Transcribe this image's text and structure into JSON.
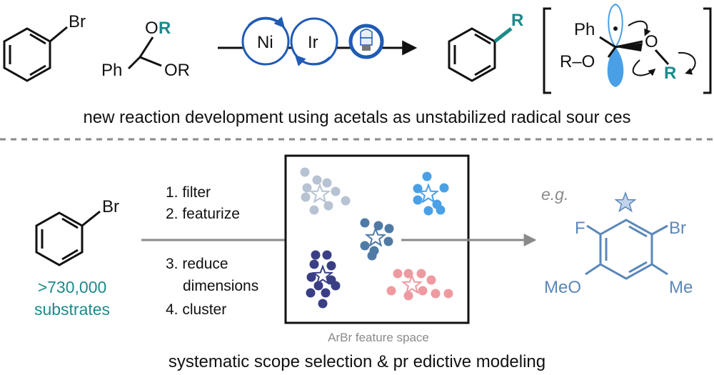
{
  "top": {
    "bromide_label": "Br",
    "acetal_or_top_O": "O",
    "acetal_or_top_R": "R",
    "acetal_ph": "Ph",
    "acetal_or_right": "OR",
    "catalyst_ni": "Ni",
    "catalyst_ir": "Ir",
    "product_r": "R",
    "radical_ph": "Ph",
    "radical_ro": "R–O",
    "radical_o": "O",
    "radical_r": "R",
    "caption": "new reaction development using acetals as unstabilized radical sour ces"
  },
  "bottom": {
    "bromide_label": "Br",
    "count": ">730,000",
    "count_label": "substrates",
    "steps": [
      "1. filter",
      "2. featurize",
      "3. reduce",
      "dimensions",
      "4. cluster"
    ],
    "feature_space_label": "ArBr feature space",
    "eg_label": "e.g.",
    "example_F": "F",
    "example_Br": "Br",
    "example_MeO": "MeO",
    "example_Me": "Me",
    "caption": "systematic scope selection & pr edictive modeling"
  },
  "colors": {
    "teal": "#1c8a8a",
    "blue": "#1f5bb5",
    "steel": "#5b87b8",
    "gray_cluster": "#b7c3d3",
    "light_blue_cluster": "#4aa0e6",
    "mid_cluster": "#4f7aa6",
    "navy_cluster": "#3a3f85",
    "pink_cluster": "#ee9aa0",
    "arrow_gray": "#8a8a8a"
  }
}
